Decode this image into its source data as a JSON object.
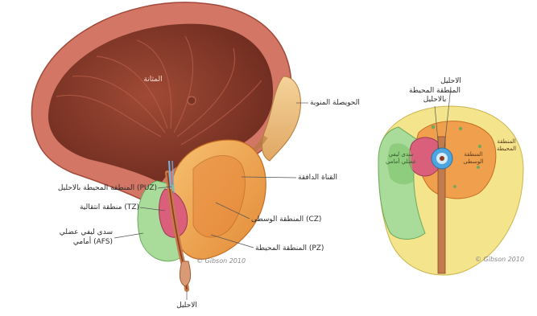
{
  "main_figure": {
    "labels": {
      "bladder": "المثانة",
      "seminal_vesicle": "الحويصلة المنوية",
      "ejaculatory_duct": "القناة الدافقة",
      "puz": "المنطقة المحيطة بالاحليل (PUZ)",
      "tz": "منطقة انتقالية (TZ)",
      "cz": "المنطقة الوسطى (CZ)",
      "pz": "المنطقة المحيطة (PZ)",
      "afs_line1": "سدى ليفي عضلي",
      "afs_line2": "أمامي (AFS)",
      "urethra": "الاحليل"
    },
    "signature": "© Gibson 2010"
  },
  "cross_section": {
    "labels": {
      "urethra": "الاحليل",
      "periurethral_line1": "المنطقة المحيطة",
      "periurethral_line2": "بالاحليل",
      "afs_inner": "سدى ليفي عضلي أمامي",
      "cz_inner": "المنطقة الوسطى",
      "pz_inner": "المنطقة المحيطة"
    },
    "signature": "© Gibson 2010"
  },
  "colors": {
    "bladder_wall": "#c9675a",
    "bladder_lumen": "#8a3d2c",
    "prostate_orange": "#f0a850",
    "central_zone": "#e8893e",
    "transition_zone": "#d9607a",
    "afs_green": "#a7d99b",
    "peripheral_yellow": "#f3e389",
    "urethra": "#c77a4a"
  }
}
